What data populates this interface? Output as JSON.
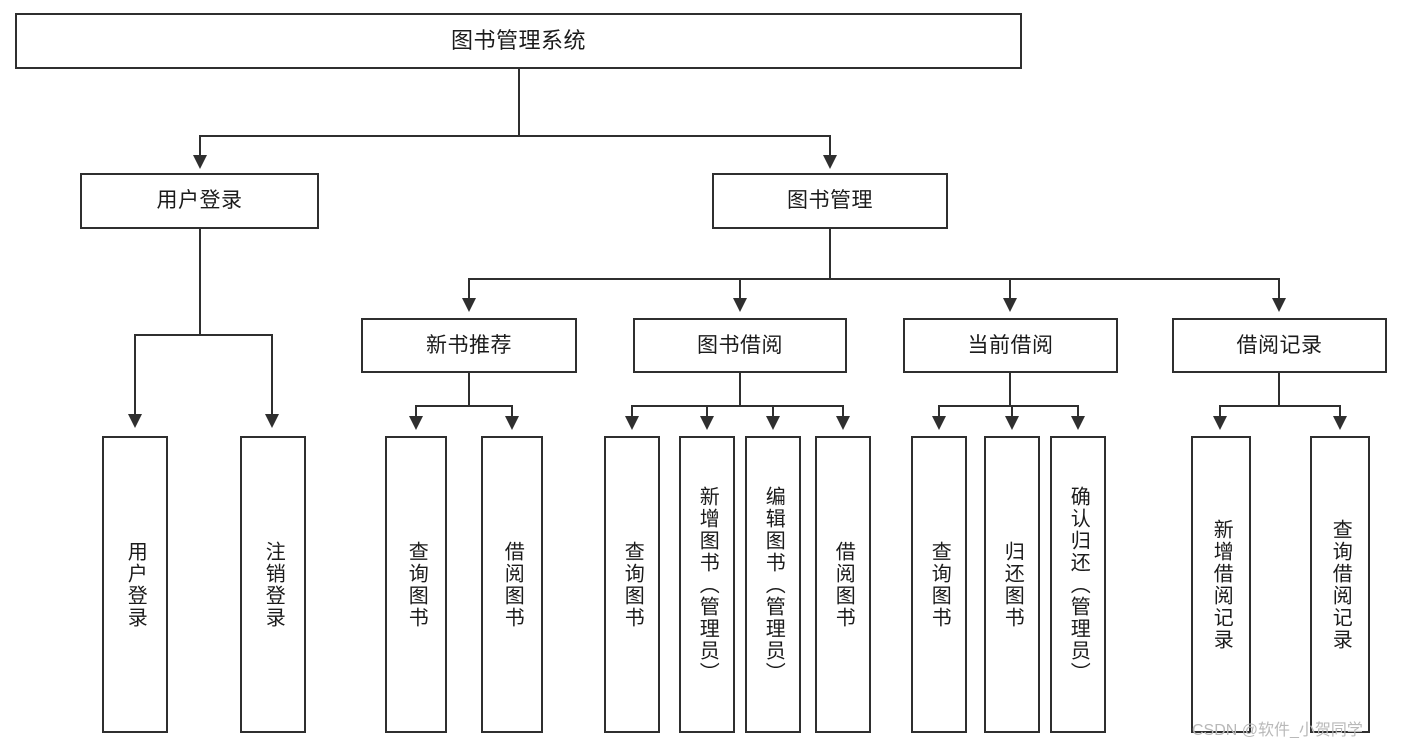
{
  "diagram": {
    "title": "图书管理系统",
    "type": "tree-hierarchy-chart",
    "root": {
      "label": "图书管理系统"
    },
    "level2": [
      {
        "label": "用户登录"
      },
      {
        "label": "图书管理"
      }
    ],
    "level3": [
      {
        "label": "新书推荐"
      },
      {
        "label": "图书借阅"
      },
      {
        "label": "当前借阅"
      },
      {
        "label": "借阅记录"
      }
    ],
    "leaves": {
      "user_login": [
        {
          "label": "用户登录"
        },
        {
          "label": "注销登录"
        }
      ],
      "new_book_recommend": [
        {
          "label": "查询图书"
        },
        {
          "label": "借阅图书"
        }
      ],
      "book_borrow": [
        {
          "label": "查询图书"
        },
        {
          "label": "新增图书（管理员）"
        },
        {
          "label": "编辑图书（管理员）"
        },
        {
          "label": "借阅图书"
        }
      ],
      "current_borrow": [
        {
          "label": "查询图书"
        },
        {
          "label": "归还图书"
        },
        {
          "label": "确认归还（管理员）"
        }
      ],
      "borrow_record": [
        {
          "label": "新增借阅记录"
        },
        {
          "label": "查询借阅记录"
        }
      ]
    }
  },
  "watermark": {
    "text": "CSDN @软件_小贺同学"
  },
  "colors": {
    "stroke": "#2f2f2f",
    "background": "#ffffff",
    "text": "#1b1b1b",
    "watermark": "#b9b9b9"
  }
}
